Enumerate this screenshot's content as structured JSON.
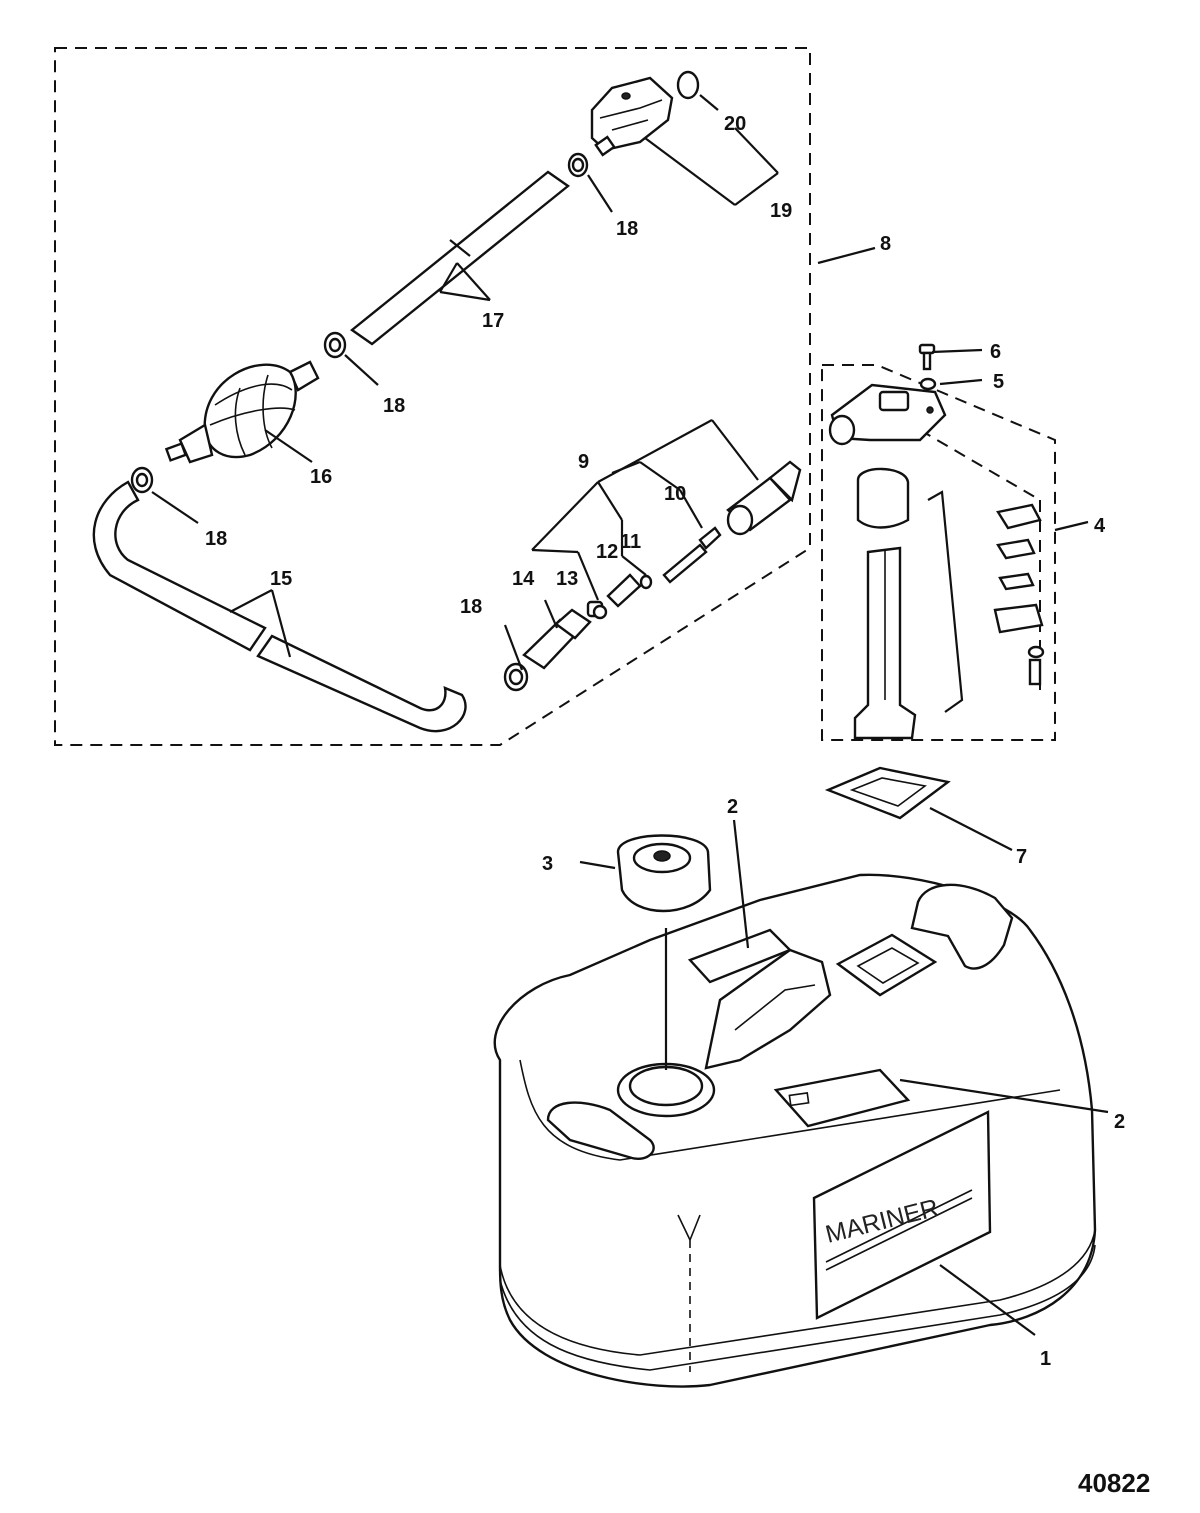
{
  "figure_number": "40822",
  "brand_text": "MARINER",
  "callouts": [
    {
      "id": "c1",
      "text": "1"
    },
    {
      "id": "c2a",
      "text": "2"
    },
    {
      "id": "c2b",
      "text": "2"
    },
    {
      "id": "c3",
      "text": "3"
    },
    {
      "id": "c4",
      "text": "4"
    },
    {
      "id": "c5",
      "text": "5"
    },
    {
      "id": "c6",
      "text": "6"
    },
    {
      "id": "c7",
      "text": "7"
    },
    {
      "id": "c8",
      "text": "8"
    },
    {
      "id": "c9",
      "text": "9"
    },
    {
      "id": "c10",
      "text": "10"
    },
    {
      "id": "c11",
      "text": "11"
    },
    {
      "id": "c12",
      "text": "12"
    },
    {
      "id": "c13",
      "text": "13"
    },
    {
      "id": "c14",
      "text": "14"
    },
    {
      "id": "c15",
      "text": "15"
    },
    {
      "id": "c16",
      "text": "16"
    },
    {
      "id": "c17",
      "text": "17"
    },
    {
      "id": "c18a",
      "text": "18"
    },
    {
      "id": "c18b",
      "text": "18"
    },
    {
      "id": "c18c",
      "text": "18"
    },
    {
      "id": "c18d",
      "text": "18"
    },
    {
      "id": "c19",
      "text": "19"
    },
    {
      "id": "c20",
      "text": "20"
    }
  ]
}
